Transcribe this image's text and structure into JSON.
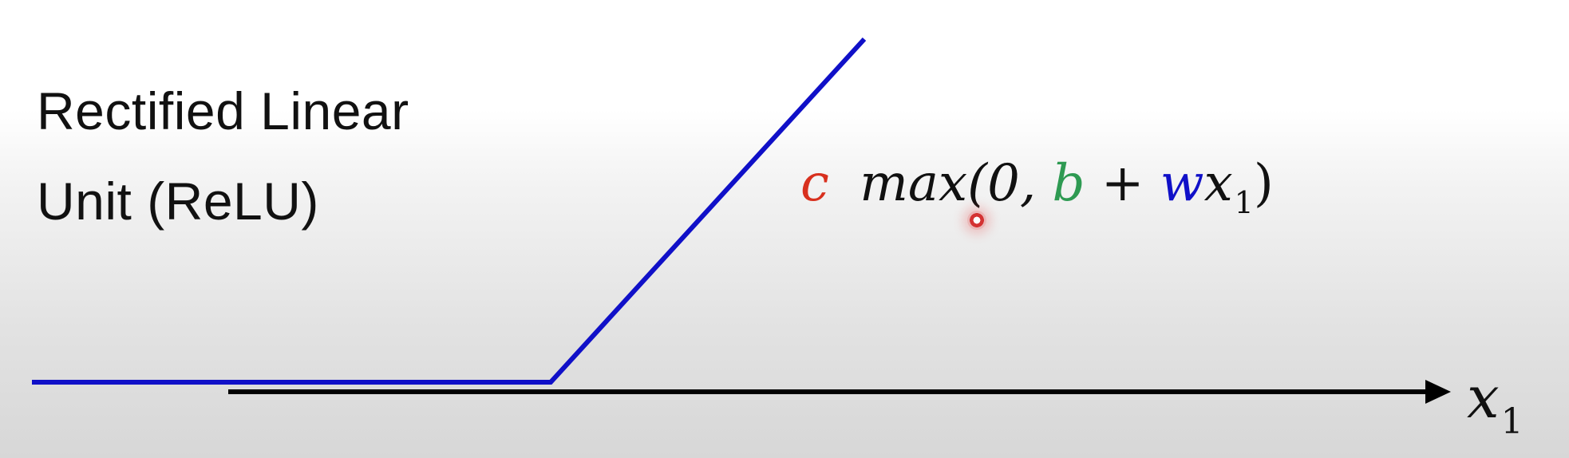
{
  "title": {
    "line1": "Rectified Linear",
    "line2": "Unit (ReLU)"
  },
  "formula": {
    "c": "c",
    "max_open": "max(0, ",
    "b": "b",
    "plus": " + ",
    "w": "w",
    "x": "x",
    "sub": "1",
    "close": ")"
  },
  "axis_label": {
    "x": "x",
    "sub": "1"
  },
  "colors": {
    "relu_line": "#1010c8",
    "axis": "#000000",
    "c": "#d8301e",
    "b": "#2e9a52",
    "w": "#1010c8",
    "text": "#111111"
  },
  "icons": [
    "cursor-pointer-icon",
    "arrowhead-icon"
  ]
}
